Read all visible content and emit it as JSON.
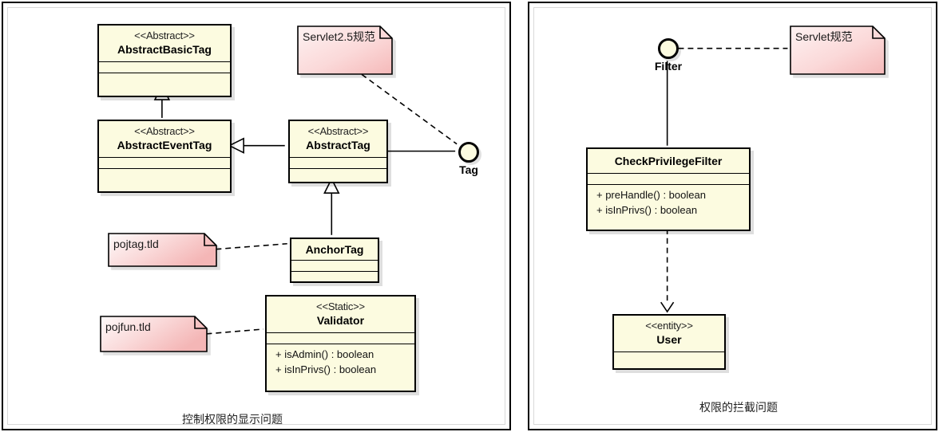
{
  "diagram": {
    "left_panel": {
      "caption": "控制权限的显示问题",
      "classes": [
        {
          "id": "abstract-basic-tag",
          "stereotype": "<<Abstract>>",
          "name": "AbstractBasicTag",
          "operations": []
        },
        {
          "id": "abstract-event-tag",
          "stereotype": "<<Abstract>>",
          "name": "AbstractEventTag",
          "operations": []
        },
        {
          "id": "abstract-tag",
          "stereotype": "<<Abstract>>",
          "name": "AbstractTag",
          "operations": []
        },
        {
          "id": "anchor-tag",
          "stereotype": "",
          "name": "AnchorTag",
          "operations": []
        },
        {
          "id": "validator",
          "stereotype": "<<Static>>",
          "name": "Validator",
          "operations": [
            "+ isAdmin() : boolean",
            "+ isInPrivs() : boolean"
          ]
        }
      ],
      "notes": [
        {
          "id": "note-servlet25",
          "text": "Servlet2.5规范"
        },
        {
          "id": "note-pojtag",
          "text": "pojtag.tld"
        },
        {
          "id": "note-pojfun",
          "text": "pojfun.tld"
        }
      ],
      "interfaces": [
        {
          "id": "iface-tag",
          "label": "Tag"
        }
      ]
    },
    "right_panel": {
      "caption": "权限的拦截问题",
      "classes": [
        {
          "id": "check-privilege-filter",
          "stereotype": "",
          "name": "CheckPrivilegeFilter",
          "operations": [
            "+ preHandle() : boolean",
            "+ isInPrivs() : boolean"
          ]
        },
        {
          "id": "user",
          "stereotype": "<<entity>>",
          "name": "User",
          "operations": []
        }
      ],
      "notes": [
        {
          "id": "note-servlet",
          "text": "Servlet规范"
        }
      ],
      "interfaces": [
        {
          "id": "iface-filter",
          "label": "Filter"
        }
      ]
    },
    "colors": {
      "class_fill": "#fcfbe0",
      "note_fill_light": "#fdf0f0",
      "note_fill_dark": "#f7bfbf",
      "stroke": "#000000",
      "panel_border": "#000000",
      "panel_inner_border": "#d9d9d9"
    }
  }
}
